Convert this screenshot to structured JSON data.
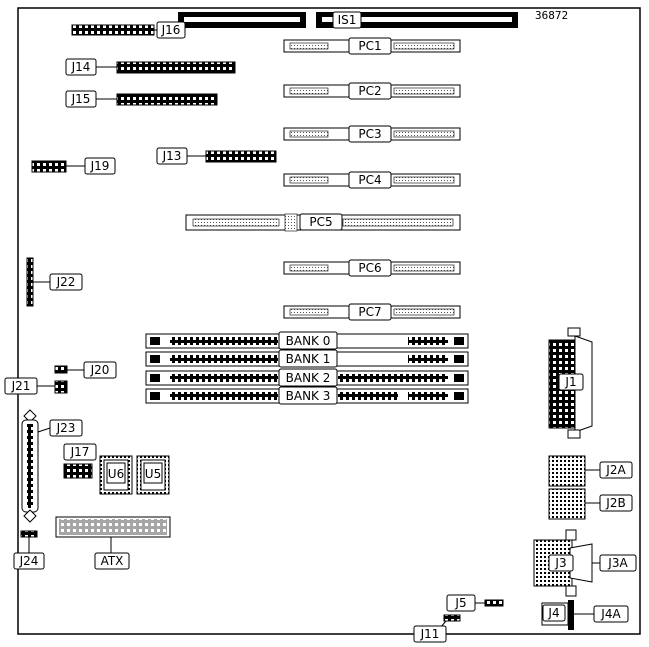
{
  "figure_number": "36872",
  "labels": {
    "IS1": "IS1",
    "J16": "J16",
    "J14": "J14",
    "J15": "J15",
    "J13": "J13",
    "J19": "J19",
    "J22": "J22",
    "J20": "J20",
    "J21": "J21",
    "J23": "J23",
    "J17": "J17",
    "U6": "U6",
    "U5": "U5",
    "J24": "J24",
    "ATX": "ATX",
    "J1": "J1",
    "J2A": "J2A",
    "J2B": "J2B",
    "J3": "J3",
    "J3A": "J3A",
    "J5": "J5",
    "J4": "J4",
    "J4A": "J4A",
    "J11": "J11"
  },
  "pci_slots": [
    "PC1",
    "PC2",
    "PC3",
    "PC4",
    "PC5",
    "PC6",
    "PC7"
  ],
  "memory_banks": [
    "BANK 0",
    "BANK 1",
    "BANK 2",
    "BANK 3"
  ]
}
